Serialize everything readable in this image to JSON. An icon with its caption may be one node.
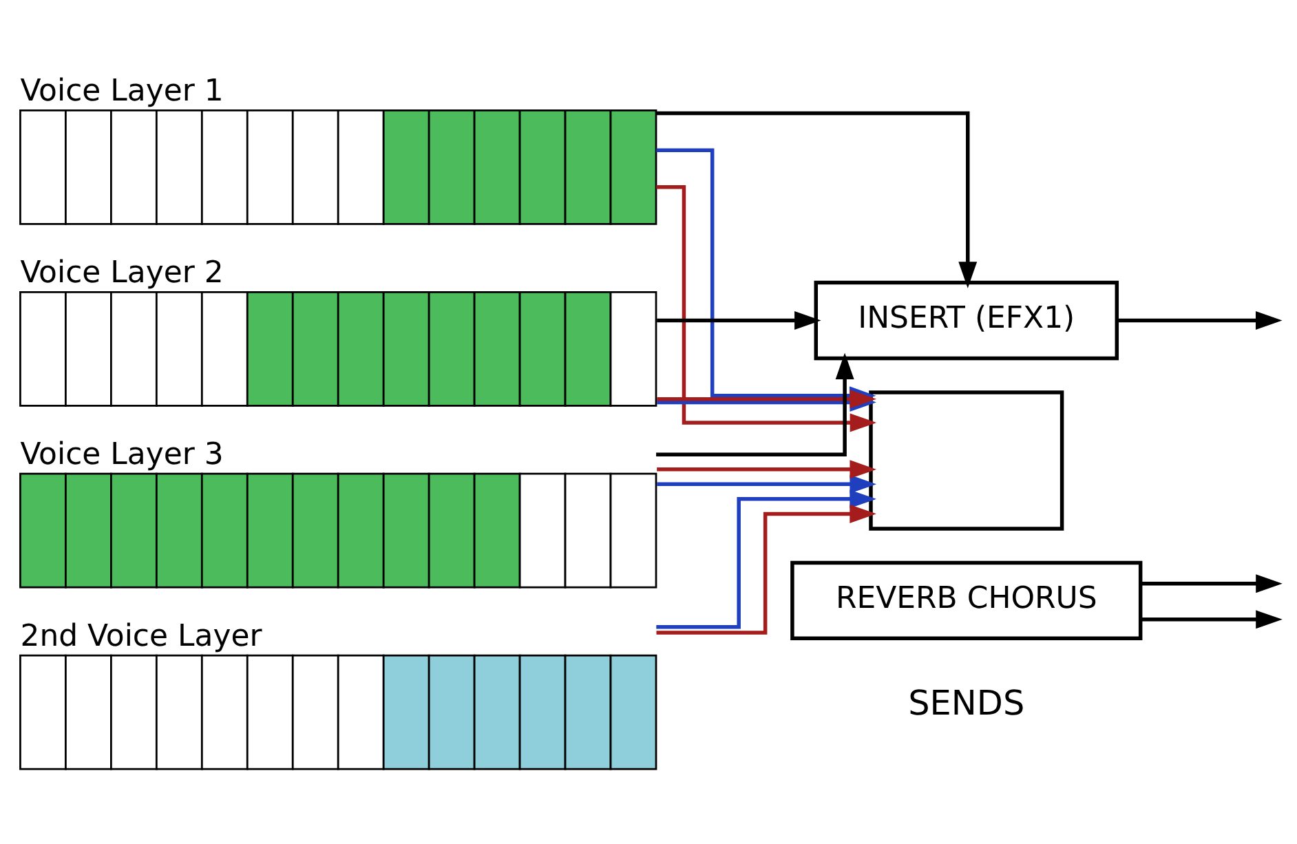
{
  "diagram": {
    "nodes": [
      {
        "text": [
          "Voice Layer 1"
        ]
      },
      {
        "text": [
          "Voice Layer 2"
        ]
      },
      {
        "text": [
          "Voice Layer 3"
        ]
      },
      {
        "text": [
          "2nd Voice Layer"
        ]
      },
      {
        "text": [
          "INSERT (EFX1)"
        ]
      },
      {
        "text": [],
        "shape": "box"
      },
      {
        "text": [
          "REVERB CHORUS"
        ]
      }
    ],
    "edges": [
      {
        "from": 0,
        "to": 4,
        "arrow": "to"
      },
      {
        "from": 1,
        "to": 4,
        "arrow": "to"
      },
      {
        "from": 2,
        "to": 4,
        "arrow": "to"
      },
      {
        "from": 4,
        "to": null,
        "arrow": "to"
      },
      {
        "from": 0,
        "to": 5,
        "arrow": "to",
        "color": "#1f3fbf"
      },
      {
        "from": 1,
        "to": 5,
        "arrow": "to",
        "color": "#1f3fbf"
      },
      {
        "from": 2,
        "to": 5,
        "arrow": "to",
        "color": "#1f3fbf"
      },
      {
        "from": 0,
        "to": 5,
        "arrow": "to",
        "color": "#a51c1c"
      },
      {
        "from": 1,
        "to": 5,
        "arrow": "to",
        "color": "#a51c1c"
      },
      {
        "from": 2,
        "to": 5,
        "arrow": "to",
        "color": "#a51c1c"
      },
      {
        "from": 3,
        "to": 5,
        "arrow": "to",
        "color": "#1f3fbf"
      },
      {
        "from": 3,
        "to": 5,
        "arrow": "to",
        "color": "#a51c1c"
      },
      {
        "from": 6,
        "to": null,
        "arrow": "to"
      },
      {
        "from": 6,
        "to": null,
        "arrow": "to"
      }
    ],
    "labels": [
      "SENDS"
    ]
  }
}
